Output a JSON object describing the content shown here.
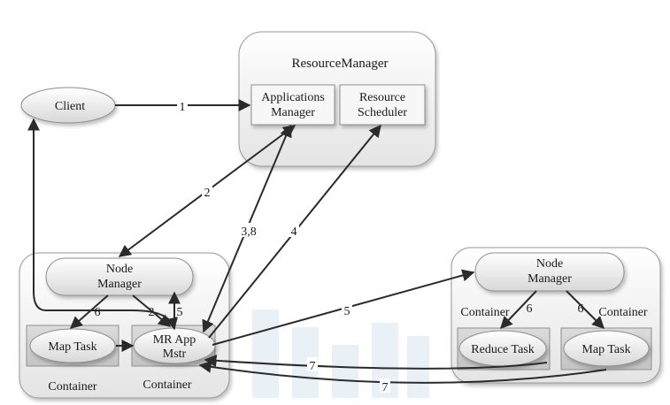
{
  "diagram": {
    "resource_manager": {
      "title": "ResourceManager",
      "applications_manager": [
        "Applications",
        "Manager"
      ],
      "resource_scheduler": [
        "Resource",
        "Scheduler"
      ]
    },
    "client": "Client",
    "left_node": {
      "node_manager": [
        "Node",
        "Manager"
      ],
      "map_task": "Map Task",
      "mr_app_mstr": [
        "MR App",
        "Mstr"
      ],
      "container_left": "Container",
      "container_right": "Container"
    },
    "right_node": {
      "node_manager": [
        "Node",
        "Manager"
      ],
      "container_left": "Container",
      "container_right": "Container",
      "reduce_task": "Reduce Task",
      "map_task": "Map Task"
    },
    "edge_labels": {
      "client_to_am": "1",
      "am_to_nm": "2",
      "am_mr": "3,8",
      "rs_mr": "4",
      "mr_to_right_nm": "5",
      "nm_to_mr_left": "6",
      "nm_to_mr": "2",
      "mr_to_nm": "5",
      "map_to_mr": "7",
      "reduce_to_mr": "7",
      "map_right_to_mr": "7",
      "nm_to_reduce": "6",
      "nm_to_map_right": "6"
    }
  }
}
